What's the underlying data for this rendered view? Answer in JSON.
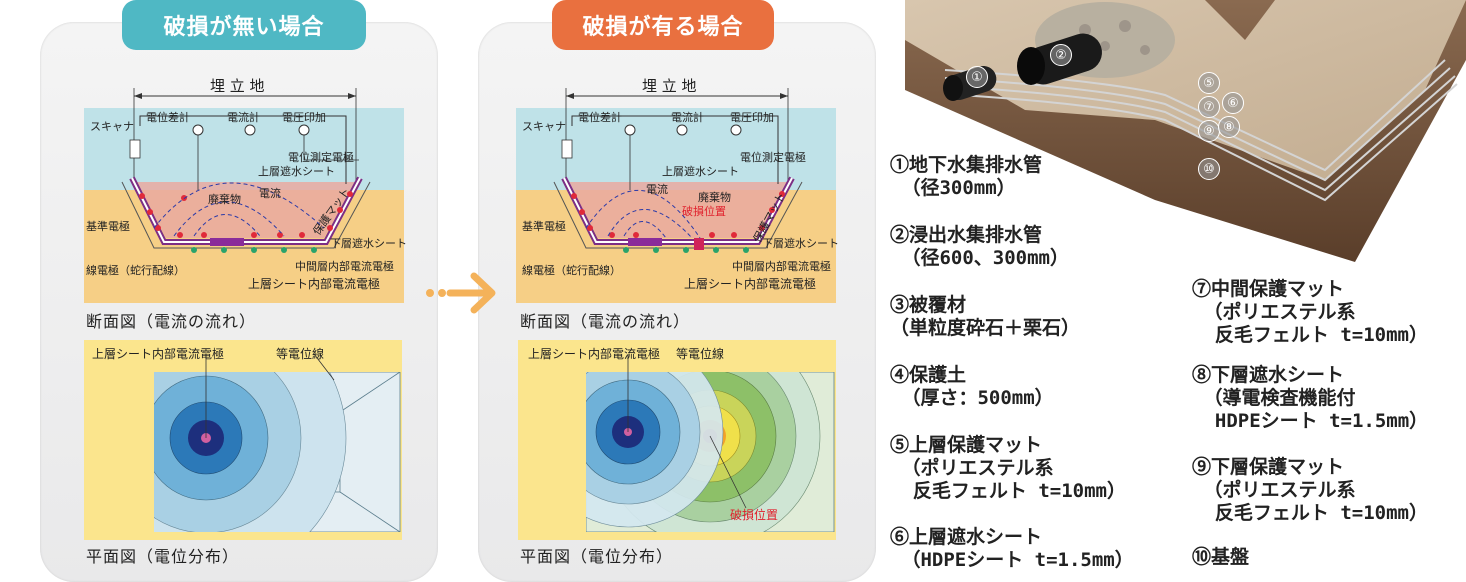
{
  "left_panel": {
    "title": "破損が無い場合",
    "landfill": "埋 立 地",
    "labels": {
      "scanner": "スキャナ",
      "potential_meter": "電位差計",
      "ammeter": "電流計",
      "voltage": "電圧印加",
      "measure_electrode": "電位測定電極",
      "upper_sheet": "上層遮水シート",
      "waste": "廃棄物",
      "current": "電流",
      "protect_mat": "保護マット",
      "ref_electrode": "基準電極",
      "lower_sheet": "下層遮水シート",
      "line_electrode": "線電極（蛇行配線）",
      "mid_electrode": "中間層内部電流電極",
      "upper_electrode": "上層シート内部電流電極"
    },
    "section_caption": "断面図（電流の流れ）",
    "plan_label_electrode": "上層シート内部電流電極",
    "plan_label_iso": "等電位線",
    "plan_caption": "平面図（電位分布）"
  },
  "right_panel": {
    "title": "破損が有る場合",
    "landfill": "埋 立 地",
    "labels": {
      "scanner": "スキャナ",
      "potential_meter": "電位差計",
      "ammeter": "電流計",
      "voltage": "電圧印加",
      "measure_electrode": "電位測定電極",
      "upper_sheet": "上層遮水シート",
      "current": "電流",
      "waste": "廃棄物",
      "damage_position": "破損位置",
      "protect_mat": "保護マット",
      "ref_electrode": "基準電極",
      "lower_sheet": "下層遮水シート",
      "line_electrode": "線電極（蛇行配線）",
      "mid_electrode": "中間層内部電流電極",
      "upper_electrode": "上層シート内部電流電極"
    },
    "section_caption": "断面図（電流の流れ）",
    "plan_label_electrode": "上層シート内部電流電極",
    "plan_label_iso": "等電位線",
    "plan_damage": "破損位置",
    "plan_caption": "平面図（電位分布）"
  },
  "layer_numbers": [
    "①",
    "②",
    "⑤",
    "⑦",
    "⑥",
    "⑨",
    "⑧",
    "⑩"
  ],
  "legend_left": [
    "①地下水集排水管\n （径300mm）",
    "②浸出水集排水管\n （径600、300mm）",
    "③被覆材\n（単粒度砕石＋栗石）",
    "④保護土\n （厚さ：500mm）",
    "⑤上層保護マット\n （ポリエステル系\n  反毛フェルト t=10mm）",
    "⑥上層遮水シート\n （HDPEシート t=1.5mm）"
  ],
  "legend_right": [
    "⑦中間保護マット\n （ポリエステル系\n  反毛フェルト t=10mm）",
    "⑧下層遮水シート\n （導電検査機能付\n  HDPEシート t=1.5mm）",
    "⑨下層保護マット\n （ポリエステル系\n  反毛フェルト t=10mm）",
    "⑩基盤"
  ],
  "colors": {
    "teal": "#4fb8c4",
    "orange": "#e9703f",
    "water": "#bfe2e8",
    "soil": "#f6cf86",
    "plan_bg": "#fbe58d"
  }
}
